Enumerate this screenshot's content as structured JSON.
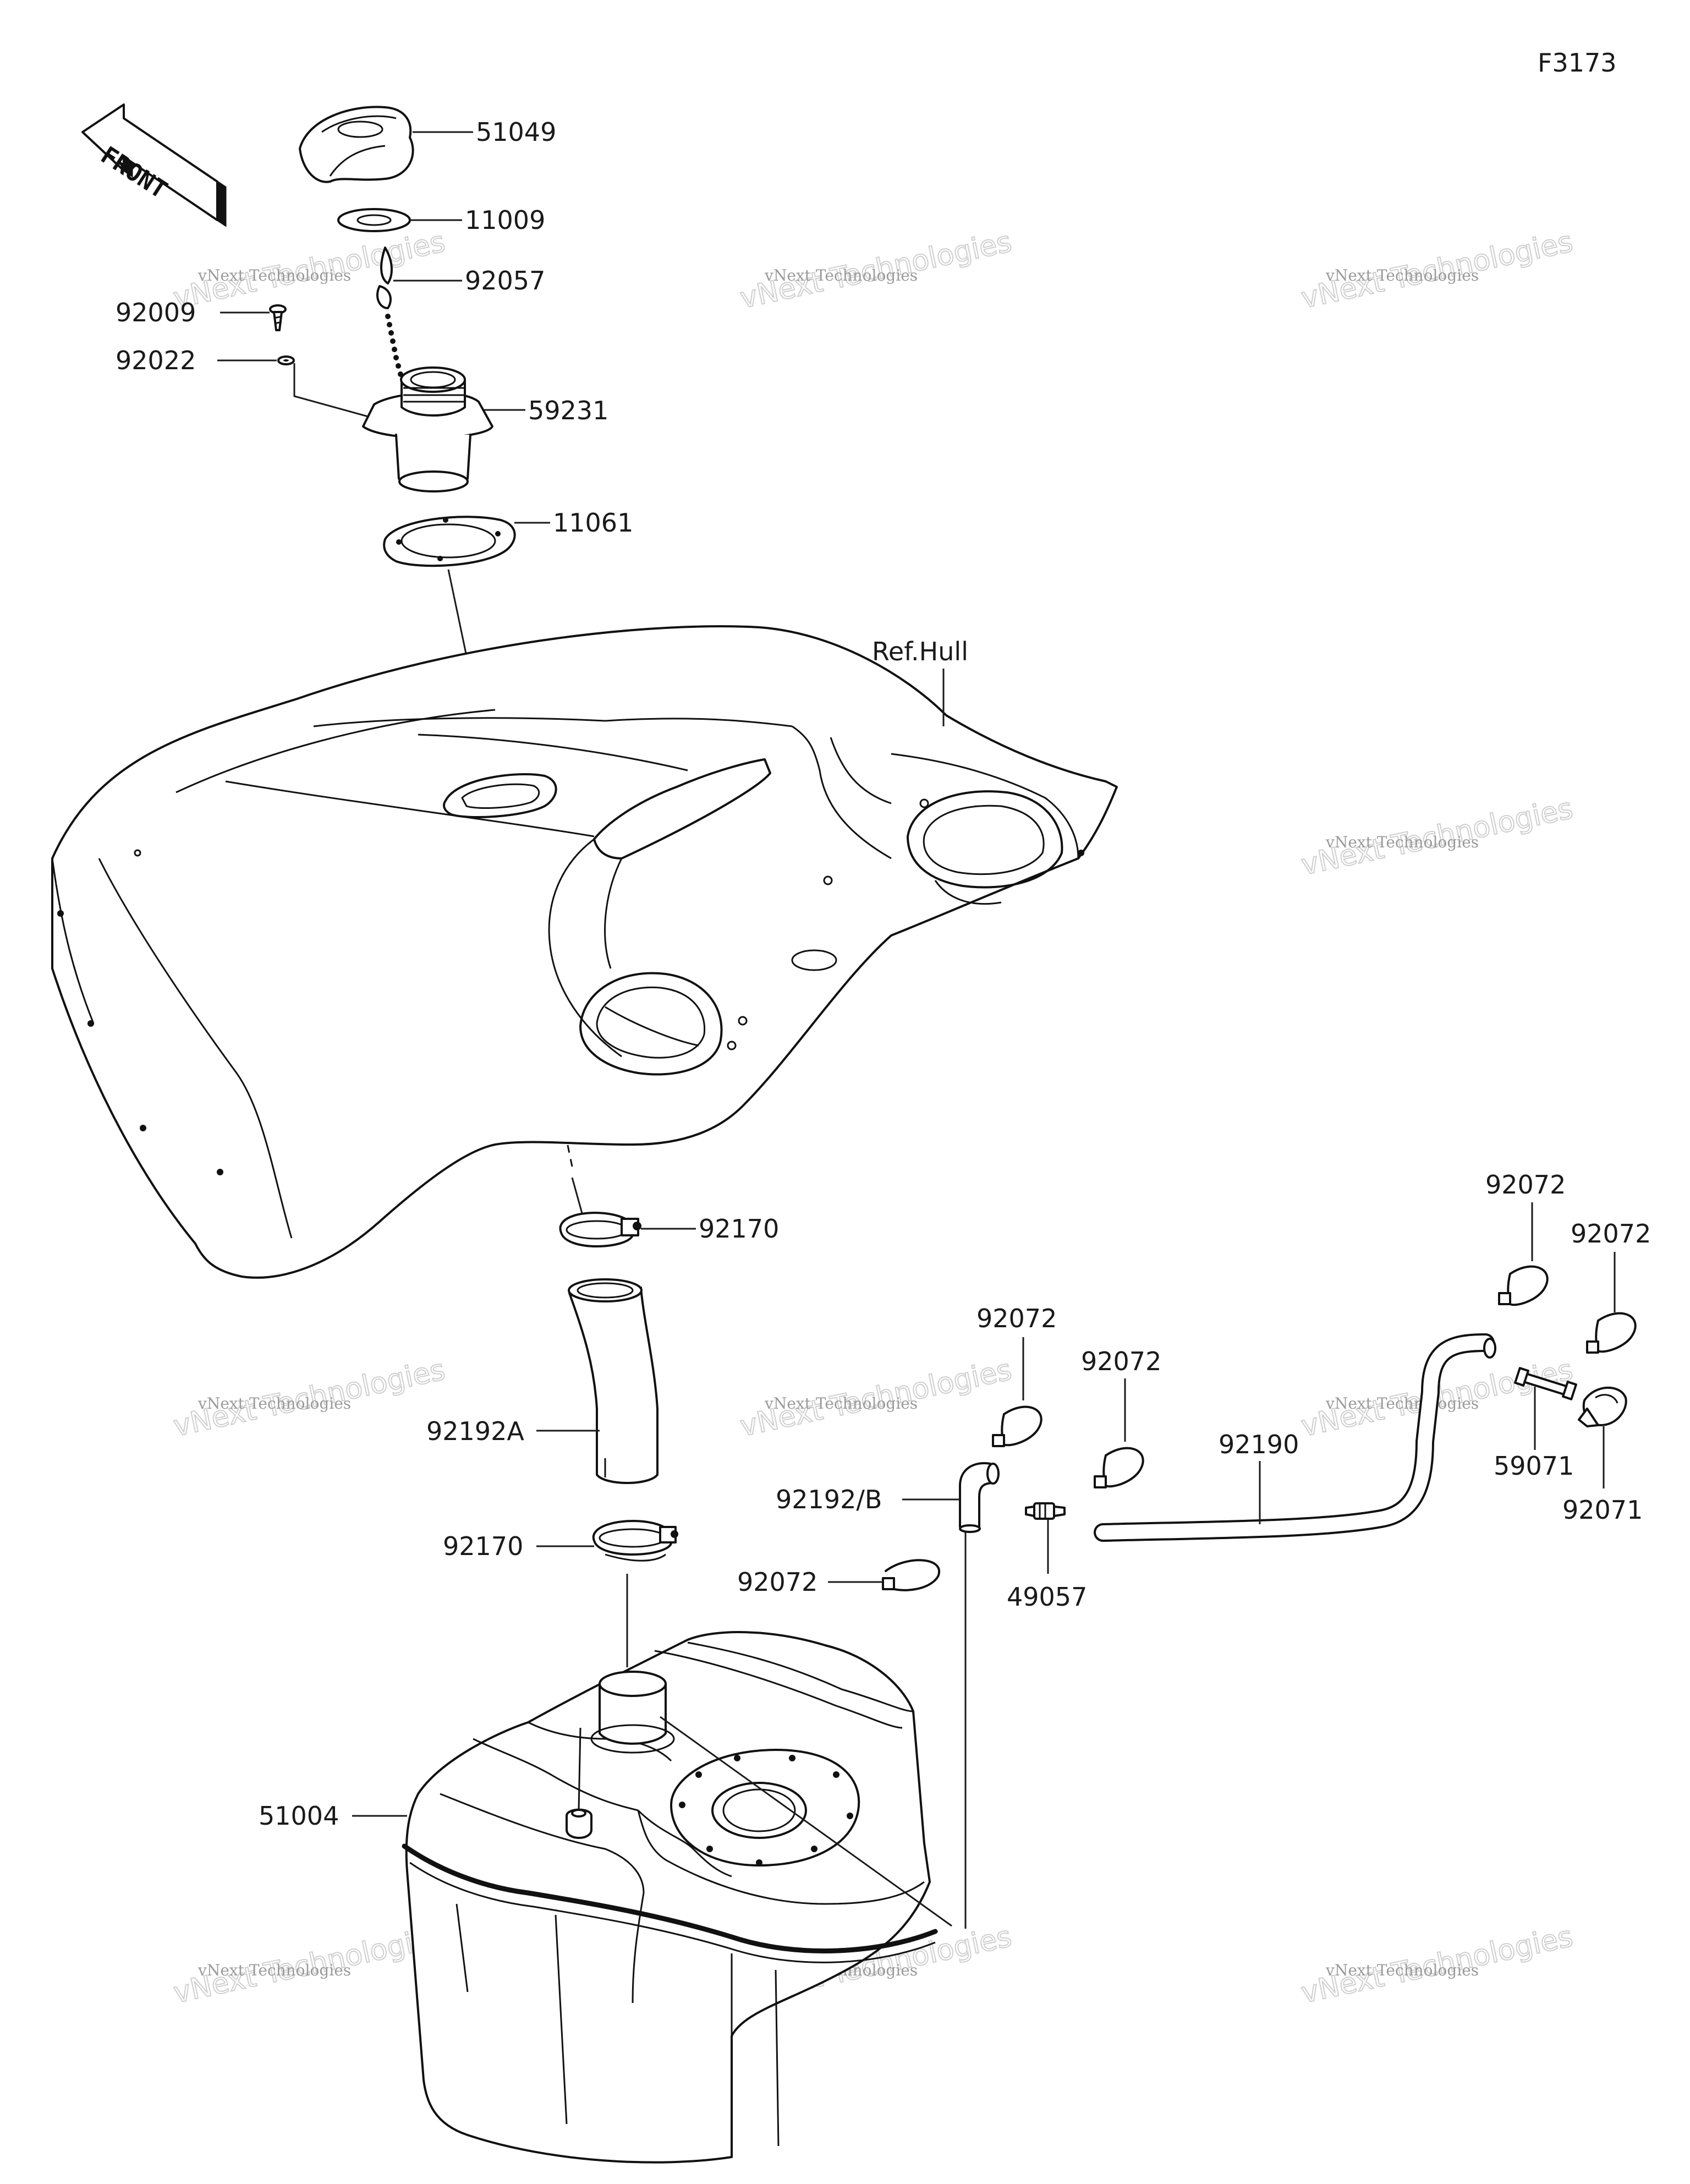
{
  "figure_code": "F3173",
  "front_arrow_text": "FRONT",
  "reference_label": "Ref.Hull",
  "watermark": {
    "small": "vNext Technologies",
    "large": "vNext Technologies"
  },
  "parts": [
    {
      "id": "p51049",
      "number": "51049",
      "icon": "fuel-cap-cover-icon"
    },
    {
      "id": "p11009",
      "number": "11009",
      "icon": "gasket-ring-icon"
    },
    {
      "id": "p92057",
      "number": "92057",
      "icon": "tether-chain-icon"
    },
    {
      "id": "p92009",
      "number": "92009",
      "icon": "screw-icon"
    },
    {
      "id": "p92022",
      "number": "92022",
      "icon": "washer-icon"
    },
    {
      "id": "p59231",
      "number": "59231",
      "icon": "filler-neck-icon"
    },
    {
      "id": "p11061",
      "number": "11061",
      "icon": "flange-gasket-icon"
    },
    {
      "id": "p92170a",
      "number": "92170",
      "icon": "hose-clamp-icon"
    },
    {
      "id": "p92192a",
      "number": "92192A",
      "icon": "filler-hose-icon"
    },
    {
      "id": "p92170b",
      "number": "92170",
      "icon": "hose-clamp-icon"
    },
    {
      "id": "p51004",
      "number": "51004",
      "icon": "fuel-tank-icon"
    },
    {
      "id": "p92072a",
      "number": "92072",
      "icon": "clip-icon"
    },
    {
      "id": "p92072b",
      "number": "92072",
      "icon": "clip-icon"
    },
    {
      "id": "p92072c",
      "number": "92072",
      "icon": "clip-icon"
    },
    {
      "id": "p92072d",
      "number": "92072",
      "icon": "clip-icon"
    },
    {
      "id": "p92072e",
      "number": "92072",
      "icon": "clip-icon"
    },
    {
      "id": "p92190",
      "number": "92190",
      "icon": "vent-hose-icon"
    },
    {
      "id": "p92192b",
      "number": "92192/B",
      "icon": "elbow-hose-icon"
    },
    {
      "id": "p49057",
      "number": "49057",
      "icon": "check-valve-icon"
    },
    {
      "id": "p59071",
      "number": "59071",
      "icon": "fitting-icon"
    },
    {
      "id": "p92071",
      "number": "92071",
      "icon": "vent-valve-icon"
    }
  ]
}
